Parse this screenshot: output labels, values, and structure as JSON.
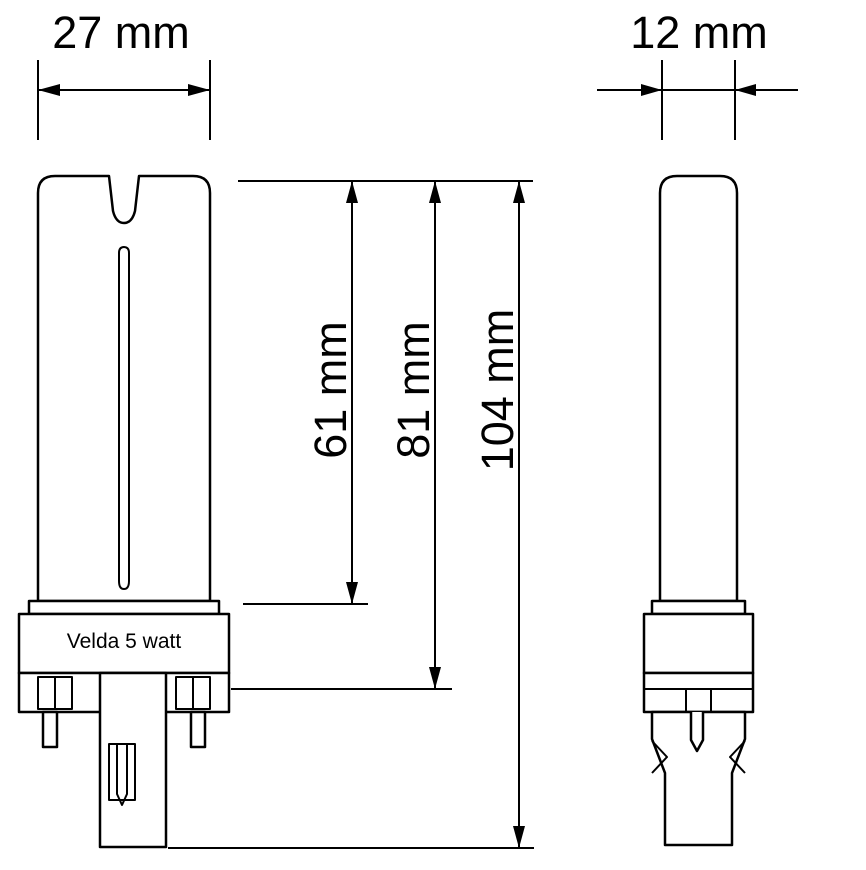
{
  "diagram": {
    "product_label": "Velda 5 watt",
    "front_width": {
      "label": "27 mm",
      "value": 27,
      "unit": "mm"
    },
    "side_width": {
      "label": "12 mm",
      "value": 12,
      "unit": "mm"
    },
    "heights": [
      {
        "label": "61 mm",
        "value": 61,
        "unit": "mm"
      },
      {
        "label": "81 mm",
        "value": 81,
        "unit": "mm"
      },
      {
        "label": "104 mm",
        "value": 104,
        "unit": "mm"
      }
    ],
    "colors": {
      "line": "#000000",
      "background": "#ffffff"
    }
  }
}
